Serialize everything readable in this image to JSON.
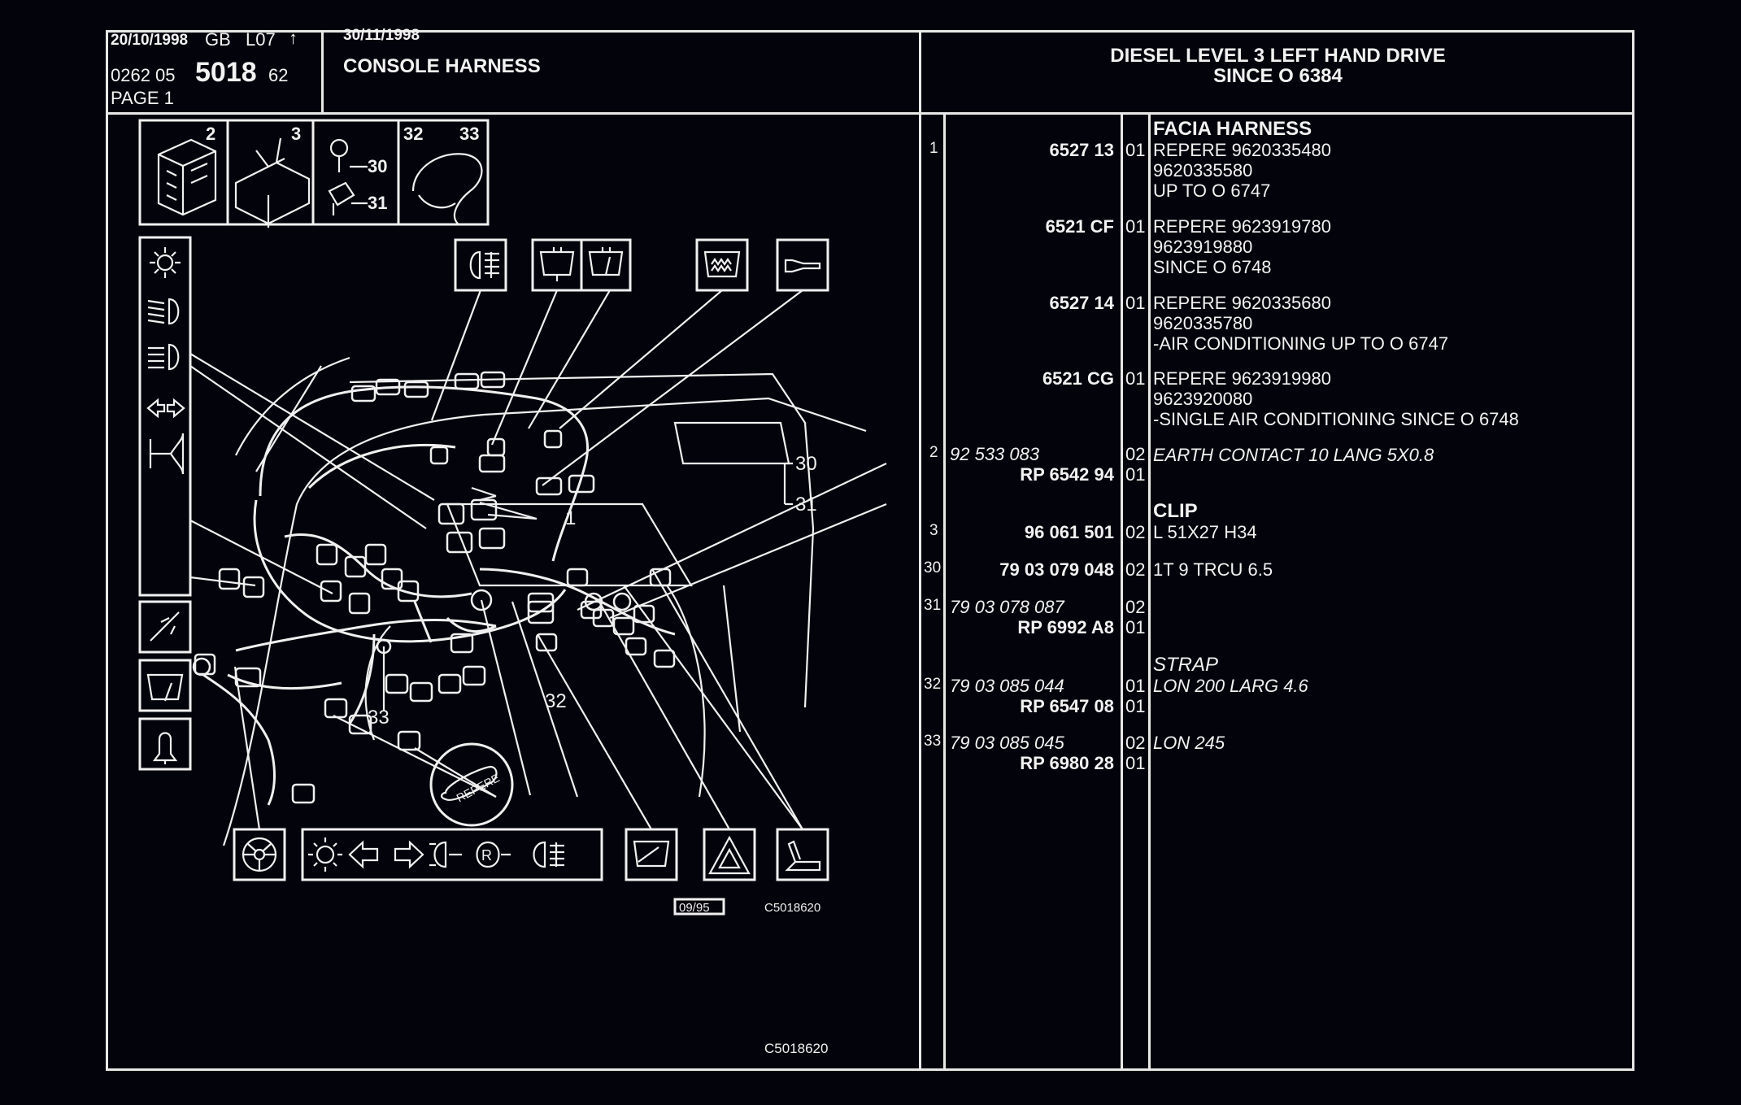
{
  "header": {
    "date1": "20/10/1998",
    "market": "GB",
    "code": "L07",
    "arrow": "↑",
    "ref_prefix": "0262 05",
    "ref_main": "5018",
    "ref_suffix": "62",
    "page": "PAGE 1",
    "date2": "30/11/1998",
    "title": "CONSOLE HARNESS",
    "spec_line1": "DIESEL LEVEL 3 LEFT HAND DRIVE",
    "spec_line2": "SINCE O  6384"
  },
  "diagram": {
    "thumb_labels": [
      "2",
      "3",
      "30",
      "31",
      "32",
      "33"
    ],
    "callouts": [
      "30",
      "31",
      "1",
      "32",
      "33"
    ],
    "repere_label": "REPERE",
    "version": "09/95",
    "drawing_code": "C5018620",
    "footer_code": "C5018620"
  },
  "parts": [
    {
      "ref": "",
      "part": "",
      "qty": "",
      "desc": [
        "FACIA HARNESS"
      ],
      "desc_style": "bold"
    },
    {
      "ref": "1",
      "part": "6527 13",
      "qty": "01",
      "desc": [
        "REPERE  9620335480",
        "              9620335580",
        "UP  TO  O  6747"
      ]
    },
    {
      "ref": "",
      "part": "6521 CF",
      "qty": "01",
      "desc": [
        "REPERE  9623919780",
        "              9623919880",
        "SINCE  O  6748"
      ]
    },
    {
      "ref": "",
      "part": "6527 14",
      "qty": "01",
      "desc": [
        "REPERE  9620335680",
        "              9620335780",
        "-AIR CONDITIONING  UP  TO  O  6747"
      ]
    },
    {
      "ref": "",
      "part": "6521 CG",
      "qty": "01",
      "desc": [
        "REPERE  9623919980",
        "              9623920080",
        "-SINGLE  AIR  CONDITIONING  SINCE  O  6748"
      ]
    },
    {
      "ref": "2",
      "part": "92 533 083",
      "part2": "RP  6542 94",
      "qty": "02",
      "qty2": "01",
      "desc": [
        "EARTH CONTACT 10 LANG 5X0.8"
      ]
    },
    {
      "ref": "",
      "part": "",
      "qty": "",
      "desc": [
        "CLIP"
      ],
      "desc_style": "bold"
    },
    {
      "ref": "3",
      "part": "96 061 501",
      "qty": "02",
      "desc": [
        "L 51X27 H34"
      ]
    },
    {
      "ref": "30",
      "part": "79 03 079 048",
      "qty": "02",
      "desc": [
        "1T 9 TRCU 6.5"
      ]
    },
    {
      "ref": "31",
      "part": "79 03 078 087",
      "part2": "RP  6992 A8",
      "qty": "02",
      "qty2": "01",
      "desc": []
    },
    {
      "ref": "",
      "part": "",
      "qty": "",
      "desc": [
        "STRAP"
      ]
    },
    {
      "ref": "32",
      "part": "79 03 085 044",
      "part2": "RP  6547 08",
      "qty": "01",
      "qty2": "01",
      "desc": [
        "LON 200 LARG 4.6"
      ]
    },
    {
      "ref": "33",
      "part": "79 03 085 045",
      "part2": "RP  6980 28",
      "qty": "02",
      "qty2": "01",
      "desc": [
        "LON 245"
      ]
    }
  ],
  "icons": [
    "sun-icon",
    "dipped-beam-icon",
    "main-beam-icon",
    "indicator-arrows-icon",
    "horn-icon",
    "fuel-gauge-icon",
    "wiper-icon",
    "bell-icon",
    "fog-light-icon",
    "washer-icon",
    "rear-demist-icon",
    "cigar-lighter-icon",
    "steering-wheel-icon",
    "hazard-icon",
    "handbrake-icon"
  ]
}
